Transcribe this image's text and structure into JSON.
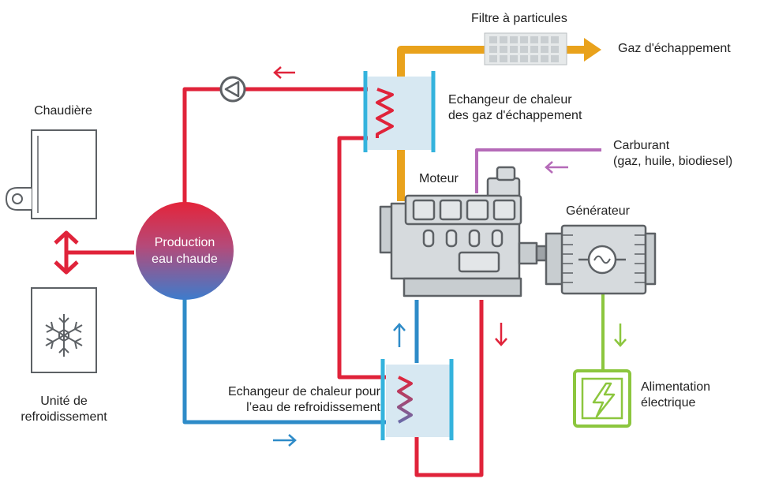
{
  "labels": {
    "filter": "Filtre à particules",
    "exhaust_gas": "Gaz d'échappement",
    "boiler": "Chaudière",
    "exhaust_exchanger_1": "Echangeur de chaleur",
    "exhaust_exchanger_2": "des gaz d'échappement",
    "fuel_1": "Carburant",
    "fuel_2": "(gaz, huile, biodiesel)",
    "engine": "Moteur",
    "generator": "Générateur",
    "hot_water_1": "Production",
    "hot_water_2": "eau chaude",
    "cooling_exchanger_1": "Echangeur de chaleur pour",
    "cooling_exchanger_2": "l’eau de refroidissement",
    "cooling_unit_1": "Unité de",
    "cooling_unit_2": "refroidissement",
    "power_1": "Alimentation",
    "power_2": "électrique"
  },
  "colors": {
    "hot": "#e0233a",
    "cold": "#2e8bc8",
    "exhaust": "#e9a21c",
    "fuel": "#b56ab8",
    "electric": "#8cc63e",
    "exchanger_fill": "#d7e8f2",
    "exchanger_plate": "#34b3dd",
    "machine_fill": "#d6dadd",
    "machine_stroke": "#5d6165"
  }
}
